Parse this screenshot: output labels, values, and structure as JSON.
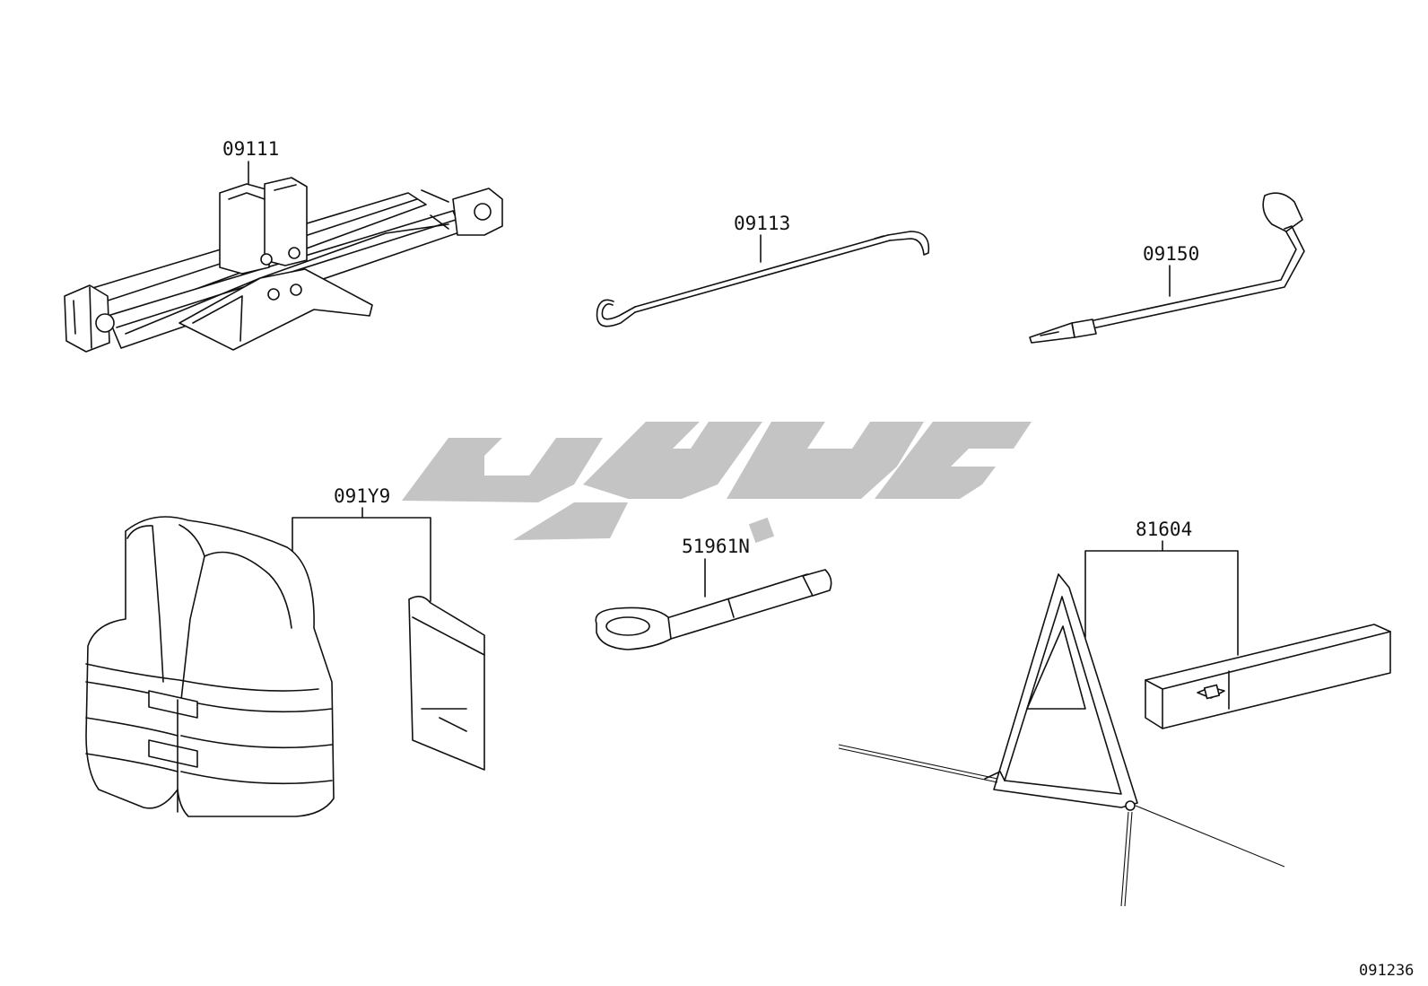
{
  "diagram": {
    "parts": [
      {
        "id": "jack",
        "label": "09111",
        "icon": "scissor-jack-icon"
      },
      {
        "id": "rod",
        "label": "09113",
        "icon": "jack-handle-rod-icon"
      },
      {
        "id": "wrench",
        "label": "09150",
        "icon": "lug-wrench-icon"
      },
      {
        "id": "vest",
        "label": "091Y9",
        "icon": "safety-vest-icon"
      },
      {
        "id": "hook",
        "label": "51961N",
        "icon": "towing-hook-icon"
      },
      {
        "id": "triangle",
        "label": "81604",
        "icon": "warning-triangle-icon"
      }
    ],
    "reference": "091236"
  },
  "watermark": {
    "icon": "watermark-logo-icon",
    "color": "#c4c4c4"
  }
}
